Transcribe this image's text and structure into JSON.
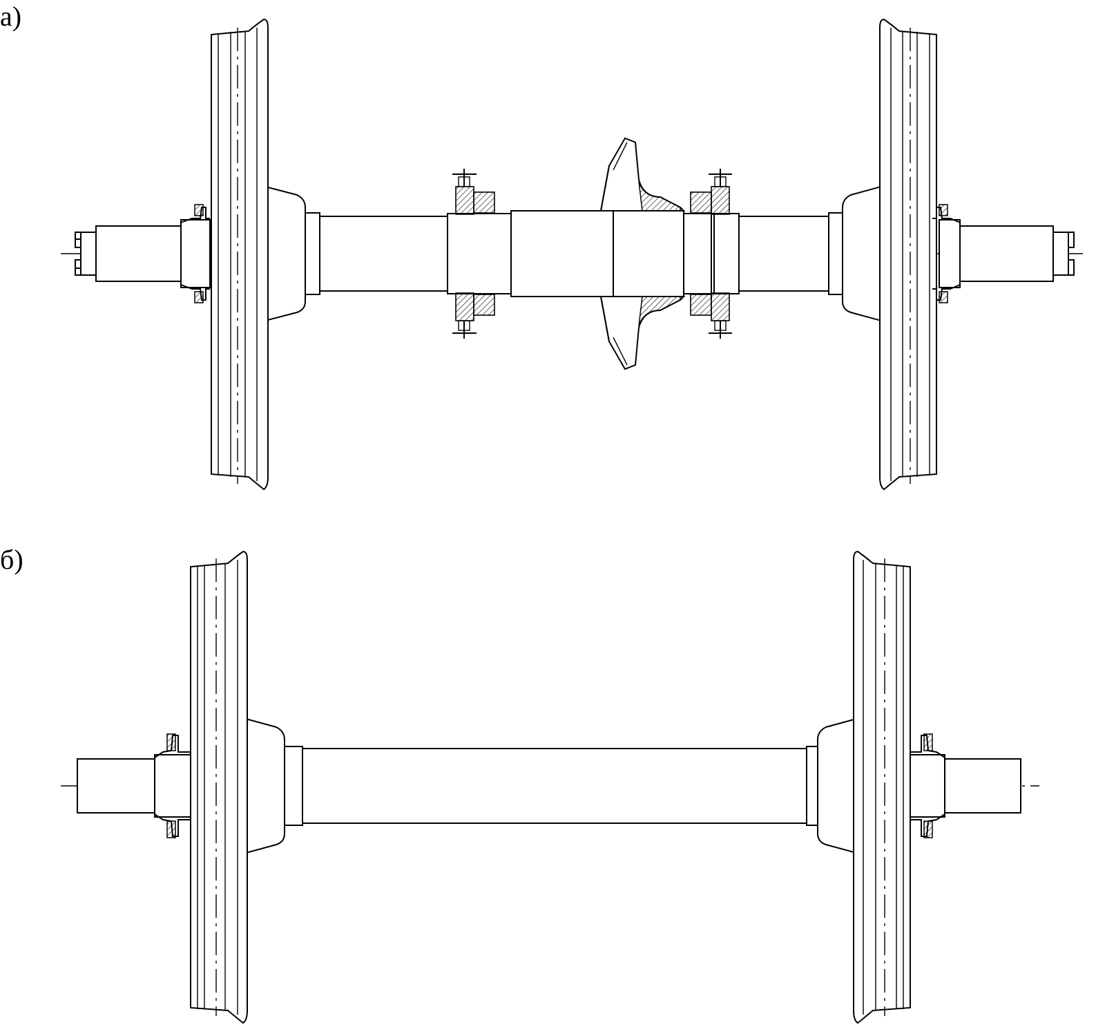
{
  "figure": {
    "panels": [
      {
        "id": "a",
        "label": "а)"
      },
      {
        "id": "b",
        "label": "б)"
      }
    ]
  }
}
